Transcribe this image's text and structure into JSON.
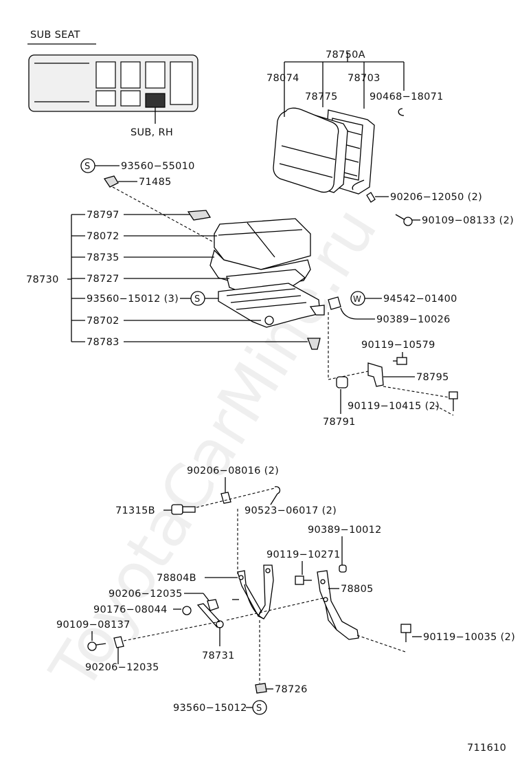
{
  "section_title": "SUB  SEAT",
  "position_label": "SUB, RH",
  "figure_number": "711610",
  "watermark": "ToyotaCarMine.ru",
  "symbols": {
    "s": "S",
    "w": "W"
  },
  "parts": {
    "p78750A": "78750A",
    "p78074": "78074",
    "p78703": "78703",
    "p78775": "78775",
    "p90468_18071": "90468−18071",
    "p93560_55010": "93560−55010",
    "p71485": "71485",
    "p90206_12050": "90206−12050 (2)",
    "p90109_08133": "90109−08133 (2)",
    "p78797": "78797",
    "p78072": "78072",
    "p78735": "78735",
    "p78730": "78730",
    "p78727": "78727",
    "p93560_15012_3": "93560−15012 (3)",
    "p94542_01400": "94542−01400",
    "p78702": "78702",
    "p90389_10026": "90389−10026",
    "p78783": "78783",
    "p90119_10579": "90119−10579",
    "p78795": "78795",
    "p90119_10415": "90119−10415 (2)",
    "p78791": "78791",
    "p90206_08016": "90206−08016 (2)",
    "p71315B": "71315B",
    "p90523_06017": "90523−06017 (2)",
    "p90389_10012": "90389−10012",
    "p90119_10271": "90119−10271",
    "p78804B": "78804B",
    "p78805": "78805",
    "p90206_12035_a": "90206−12035",
    "p90176_08044": "90176−08044",
    "p90109_08137": "90109−08137",
    "p78731": "78731",
    "p90119_10035": "90119−10035 (2)",
    "p90206_12035_b": "90206−12035",
    "p78726": "78726",
    "p93560_15012": "93560−15012"
  }
}
